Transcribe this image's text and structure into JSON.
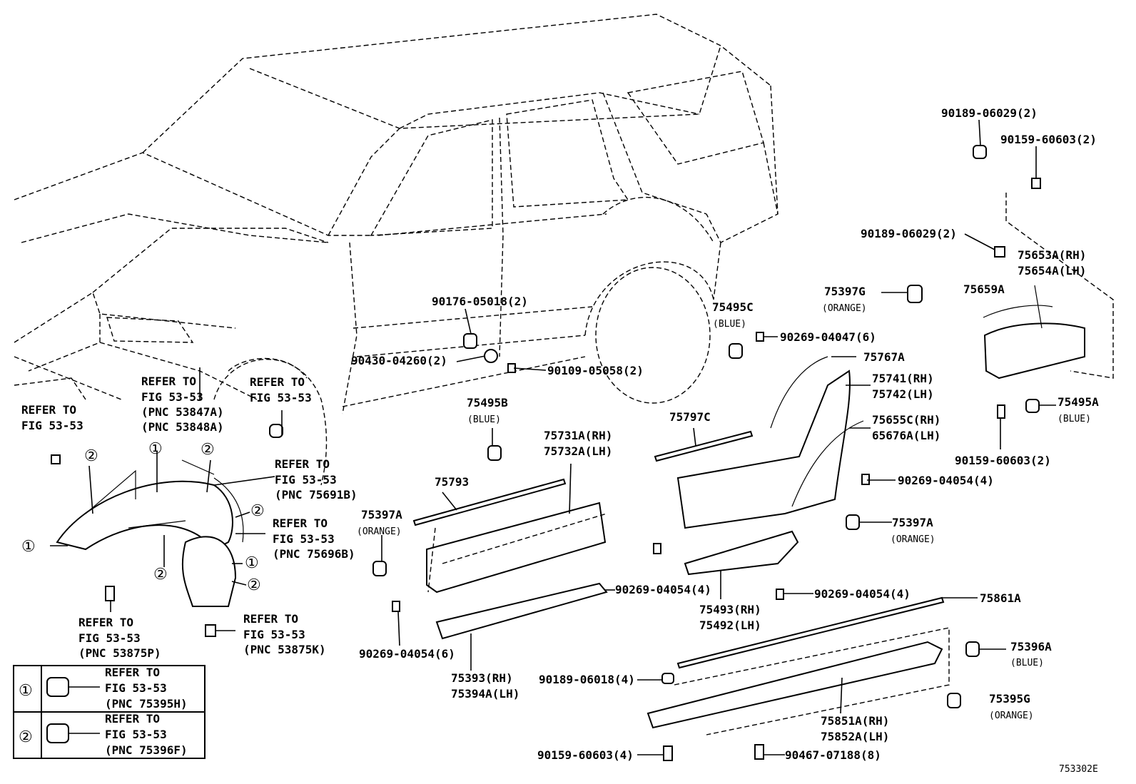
{
  "diagram_code": "753302E",
  "refer": {
    "r1": [
      "REFER TO",
      "FIG 53-53"
    ],
    "r2": [
      "REFER TO",
      "FIG 53-53",
      "(PNC 53847A)",
      "(PNC 53848A)"
    ],
    "r3": [
      "REFER TO",
      "FIG 53-53"
    ],
    "r4": [
      "REFER TO",
      "FIG 53-53",
      "(PNC 75691B)"
    ],
    "r5": [
      "REFER TO",
      "FIG 53-53",
      "(PNC 75696B)"
    ],
    "r6": [
      "REFER TO",
      "FIG 53-53",
      "(PNC 53875P)"
    ],
    "r7": [
      "REFER TO",
      "FIG 53-53",
      "(PNC 53875K)"
    ]
  },
  "legend": [
    {
      "num": "①",
      "text": [
        "REFER TO",
        "FIG 53-53",
        "(PNC 75395H)"
      ]
    },
    {
      "num": "②",
      "text": [
        "REFER TO",
        "FIG 53-53",
        "(PNC 75396F)"
      ]
    }
  ],
  "callouts": {
    "c1": "①",
    "c2": "②"
  },
  "parts": {
    "p90176": "90176-05018(2)",
    "p90430": "90430-04260(2)",
    "p90109": "90109-05058(2)",
    "p75495B": "75495B",
    "p75495B_c": "(BLUE)",
    "p75731": "75731A(RH)",
    "p75732": "75732A(LH)",
    "p75793": "75793",
    "p75397A_l": "75397A",
    "p75397A_lc": "(ORANGE)",
    "p90269_6": "90269-04054(6)",
    "p90269_4a": "90269-04054(4)",
    "p75393": "75393(RH)",
    "p75394": "75394A(LH)",
    "p75797C": "75797C",
    "p75495C": "75495C",
    "p75495C_c": "(BLUE)",
    "p90269_47": "90269-04047(6)",
    "p75767A": "75767A",
    "p75741": "75741(RH)",
    "p75742": "75742(LH)",
    "p75655": "75655C(RH)",
    "p65676": "65676A(LH)",
    "p90269_4b": "90269-04054(4)",
    "p75397A_r": "75397A",
    "p75397A_rc": "(ORANGE)",
    "p75493": "75493(RH)",
    "p75492": "75492(LH)",
    "p90269_4c": "90269-04054(4)",
    "p75861A": "75861A",
    "p75396A": "75396A",
    "p75396A_c": "(BLUE)",
    "p75395G": "75395G",
    "p75395G_c": "(ORANGE)",
    "p75851": "75851A(RH)",
    "p75852": "75852A(LH)",
    "p90189_18": "90189-06018(4)",
    "p90159_b": "90159-60603(4)",
    "p90467": "90467-07188(8)",
    "p90189_29a": "90189-06029(2)",
    "p90159_a": "90159-60603(2)",
    "p90189_29b": "90189-06029(2)",
    "p75653": "75653A(RH)",
    "p75654": "75654A(LH)",
    "p75397G": "75397G",
    "p75397G_c": "(ORANGE)",
    "p75659A": "75659A",
    "p75495A": "75495A",
    "p75495A_c": "(BLUE)",
    "p90159_c": "90159-60603(2)"
  }
}
